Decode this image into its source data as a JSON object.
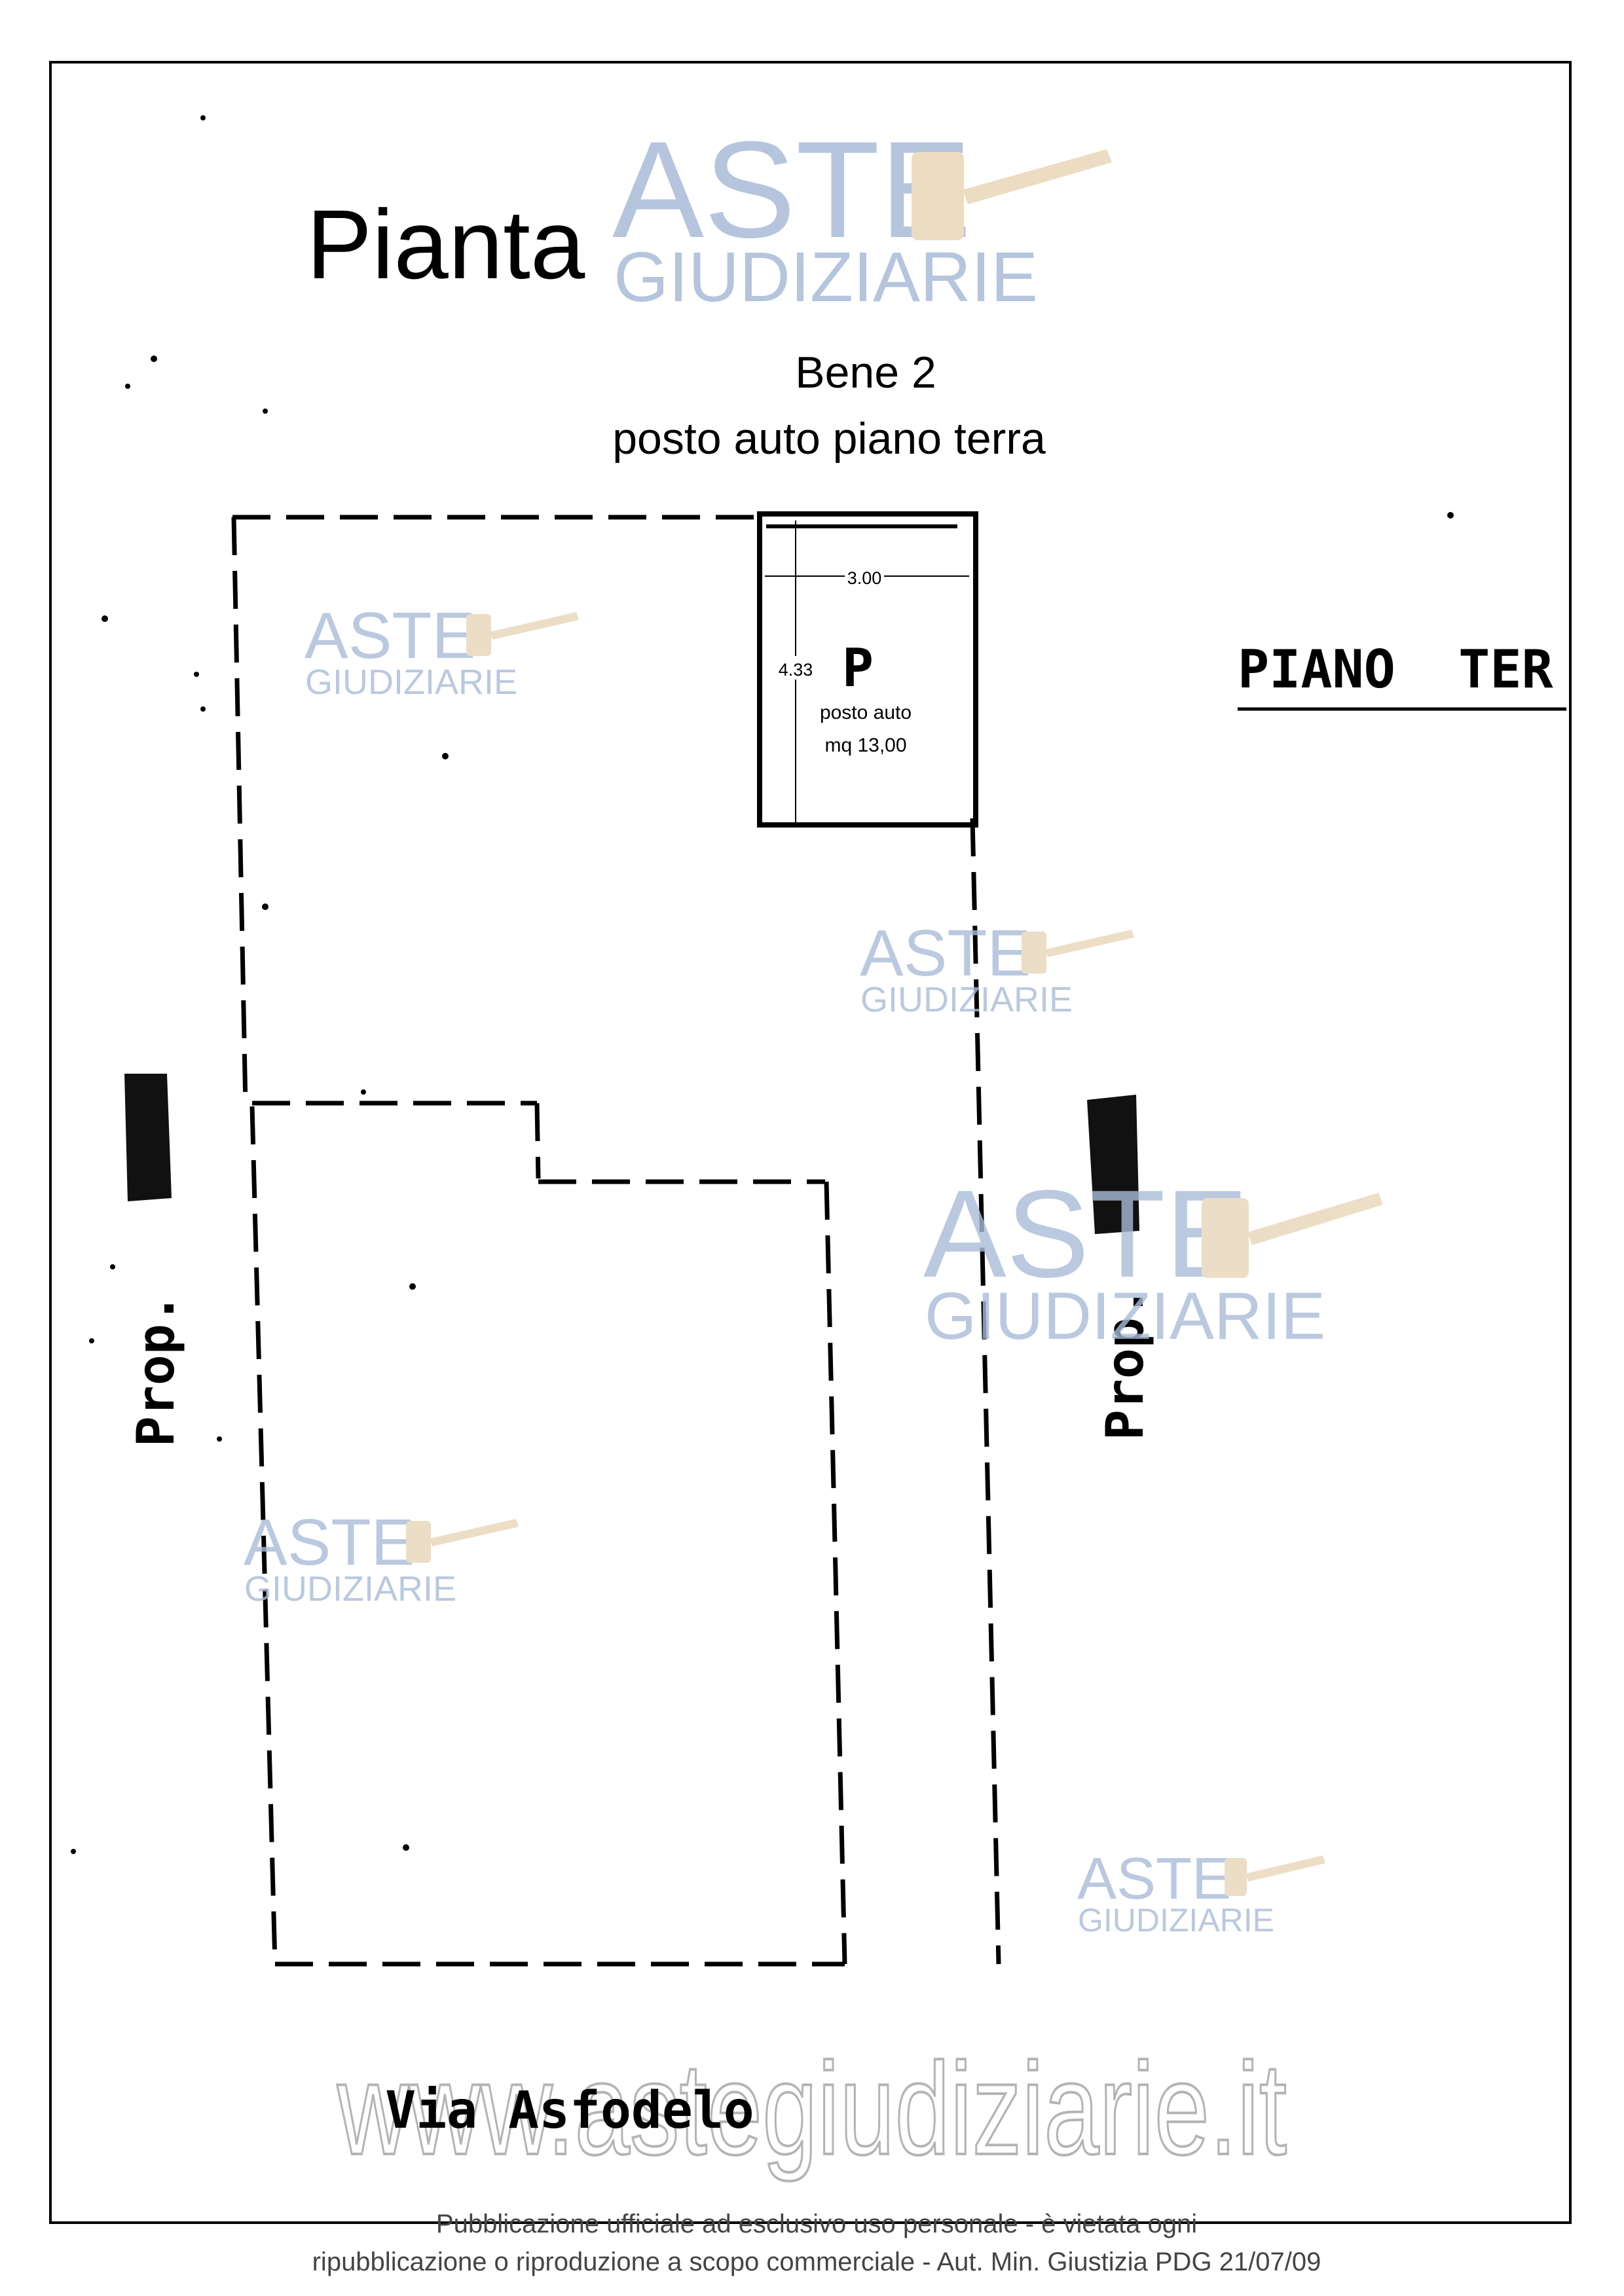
{
  "header": {
    "title": "Pianta",
    "subtitle_line1": "Bene 2",
    "subtitle_line2": "posto auto piano terra"
  },
  "plan": {
    "floor_label": "PIANO  TER",
    "parking": {
      "symbol": "P",
      "label": "posto auto",
      "area": "mq 13,00",
      "width_dim": "3.00",
      "depth_dim": "4.33"
    },
    "left_neighbor": "Prop.",
    "right_neighbor": "Prop.",
    "street": "Via Asfodelo"
  },
  "watermark": {
    "brand_line1": "ASTE",
    "brand_line2": "GIUDIZIARIE",
    "site": "www.astegiudiziarie.it",
    "brand_color": "#a9bcd8",
    "gavel_color": "#e8d6b8"
  },
  "footer": {
    "line1": "Pubblicazione ufficiale ad esclusivo uso personale - è vietata ogni",
    "line2": "ripubblicazione o riproduzione a scopo commerciale - Aut. Min. Giustizia PDG 21/07/09"
  }
}
